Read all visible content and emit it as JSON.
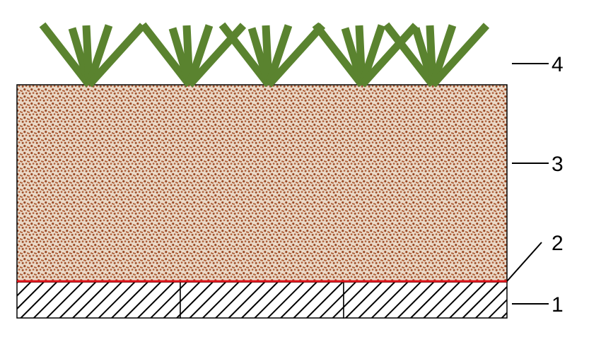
{
  "colors": {
    "background": "#ffffff",
    "plant": "#5a832f",
    "soil_base": "#ead8c6",
    "soil_dots": "#a0522d",
    "membrane": "#e0141b",
    "outline": "#000000"
  },
  "icons": {
    "vegetation": "grass-tuft-icon",
    "substrate": "dotted-soil-texture",
    "foundation": "diagonal-hatch-texture"
  },
  "labels": {
    "layer_1": "1",
    "layer_2": "2",
    "layer_3": "3",
    "layer_4": "4"
  }
}
